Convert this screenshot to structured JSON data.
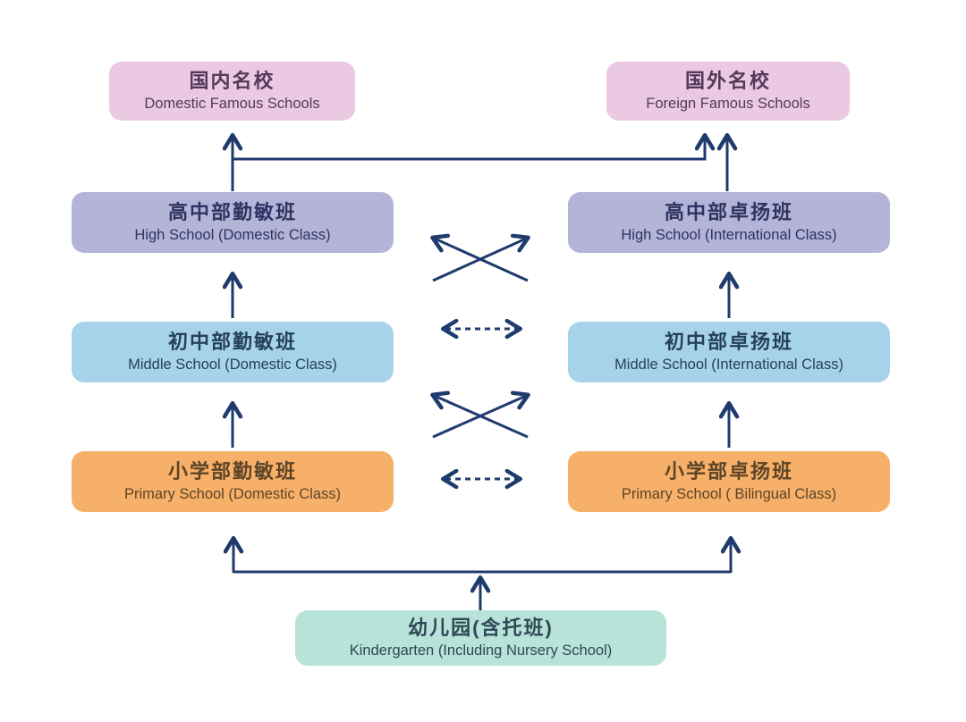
{
  "nodes": {
    "domestic_famous": {
      "zh": "国内名校",
      "en": "Domestic Famous Schools"
    },
    "foreign_famous": {
      "zh": "国外名校",
      "en": "Foreign Famous Schools"
    },
    "high_domestic": {
      "zh": "高中部勤敏班",
      "en": "High School (Domestic Class)"
    },
    "high_international": {
      "zh": "高中部卓扬班",
      "en": "High School (International Class)"
    },
    "middle_domestic": {
      "zh": "初中部勤敏班",
      "en": "Middle School (Domestic Class)"
    },
    "middle_international": {
      "zh": "初中部卓扬班",
      "en": "Middle School (International Class)"
    },
    "primary_domestic": {
      "zh": "小学部勤敏班",
      "en": "Primary School (Domestic Class)"
    },
    "primary_bilingual": {
      "zh": "小学部卓扬班",
      "en": "Primary School ( Bilingual Class)"
    },
    "kindergarten": {
      "zh": "幼儿园(含托班)",
      "en": "Kindergarten (Including Nursery School)"
    }
  },
  "colors": {
    "famous_bg": "#ecc9e2",
    "famous_fg": "#533a5a",
    "high_bg": "#b4b3d8",
    "high_fg": "#2d3461",
    "middle_bg": "#a7d3ea",
    "middle_fg": "#25405d",
    "primary_bg": "#f6b069",
    "primary_fg": "#5e4427",
    "kindergarten_bg": "#b7e3d8",
    "kindergarten_fg": "#2f4756",
    "arrow": "#1f3b6d"
  }
}
